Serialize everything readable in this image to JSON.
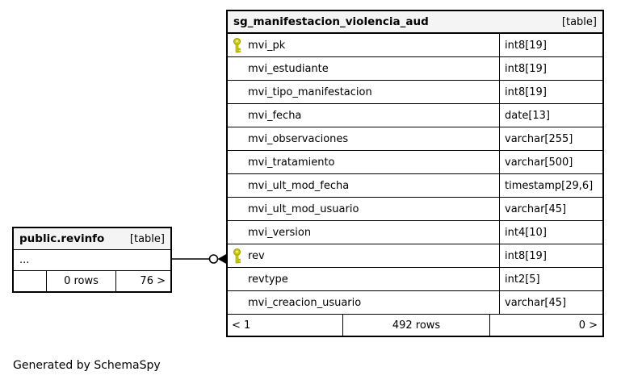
{
  "page": {
    "generated_by": "Generated by SchemaSpy"
  },
  "colors": {
    "background": "#ffffff",
    "node_header_bg": "#f4f4f4",
    "node_border": "#000000",
    "key_icon": "#cccc00",
    "key_icon_outline": "#999900"
  },
  "icons": {
    "primary_key": "key-icon",
    "relationship_end": "open-circle-with-arrowhead"
  },
  "main_table": {
    "title": "sg_manifestacion_violencia_aud",
    "type_badge": "[table]",
    "columns": [
      {
        "name": "mvi_pk",
        "type": "int8[19]",
        "primary_key": true
      },
      {
        "name": "mvi_estudiante",
        "type": "int8[19]",
        "primary_key": false
      },
      {
        "name": "mvi_tipo_manifestacion",
        "type": "int8[19]",
        "primary_key": false
      },
      {
        "name": "mvi_fecha",
        "type": "date[13]",
        "primary_key": false
      },
      {
        "name": "mvi_observaciones",
        "type": "varchar[255]",
        "primary_key": false
      },
      {
        "name": "mvi_tratamiento",
        "type": "varchar[500]",
        "primary_key": false
      },
      {
        "name": "mvi_ult_mod_fecha",
        "type": "timestamp[29,6]",
        "primary_key": false
      },
      {
        "name": "mvi_ult_mod_usuario",
        "type": "varchar[45]",
        "primary_key": false
      },
      {
        "name": "mvi_version",
        "type": "int4[10]",
        "primary_key": false
      },
      {
        "name": "rev",
        "type": "int8[19]",
        "primary_key": true
      },
      {
        "name": "revtype",
        "type": "int2[5]",
        "primary_key": false
      },
      {
        "name": "mvi_creacion_usuario",
        "type": "varchar[45]",
        "primary_key": false
      }
    ],
    "footer": {
      "parents": "< 1",
      "rows": "492 rows",
      "children": "0 >"
    }
  },
  "related_table": {
    "title": "public.revinfo",
    "type_badge": "[table]",
    "collapsed_columns_indicator": "...",
    "footer": {
      "parents": "",
      "rows": "0 rows",
      "children": "76 >"
    }
  }
}
